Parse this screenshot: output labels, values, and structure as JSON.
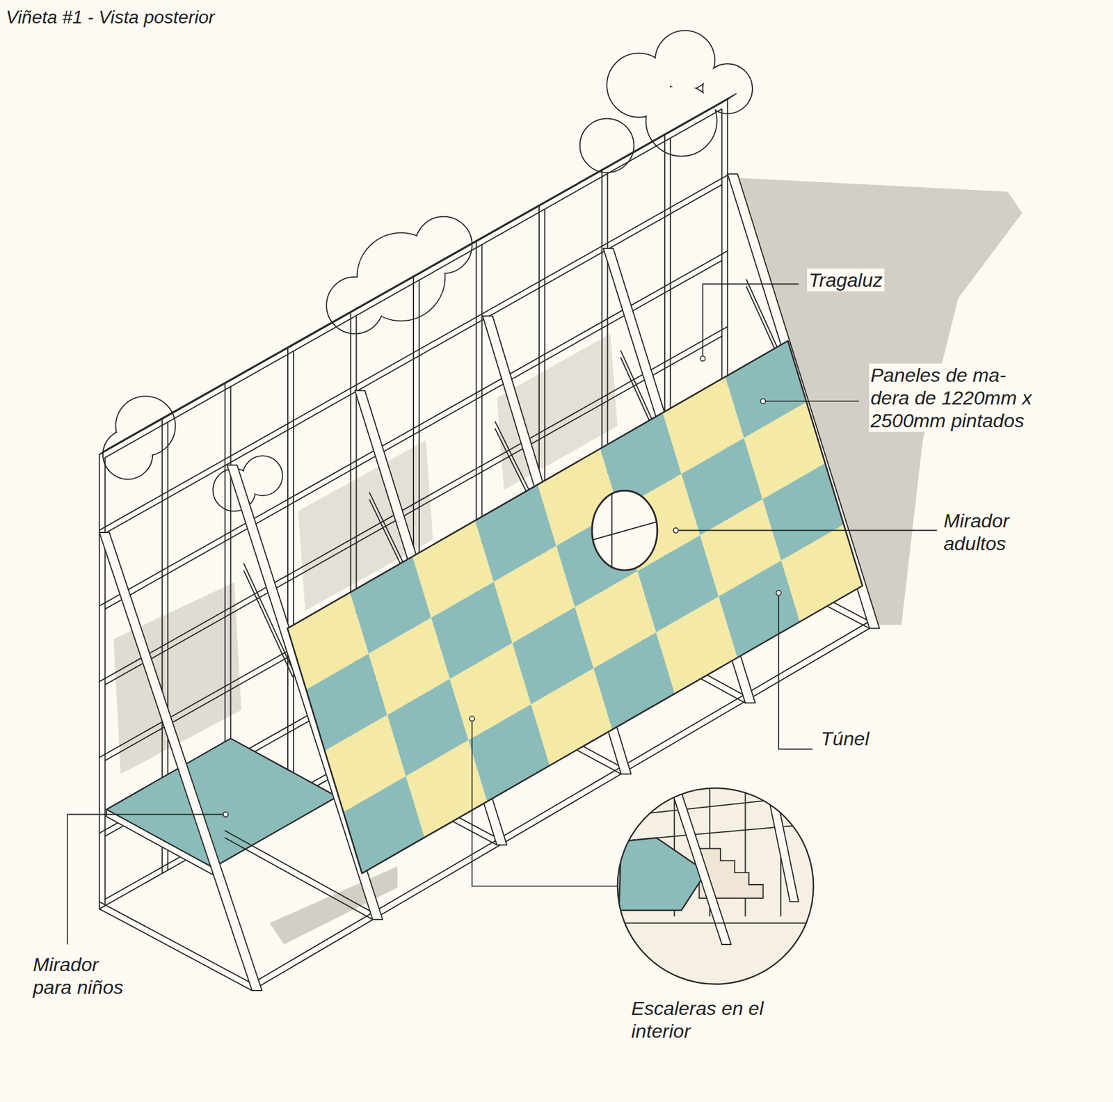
{
  "diagram": {
    "title": "Viñeta #1 - Vista posterior",
    "labels": [
      "Tragaluz",
      "Paneles de ma- dera de 1220mm x 2500mm pintados",
      "Mirador adultos",
      "Túnel",
      "Mirador para niños",
      "Escaleras en el interior"
    ]
  }
}
